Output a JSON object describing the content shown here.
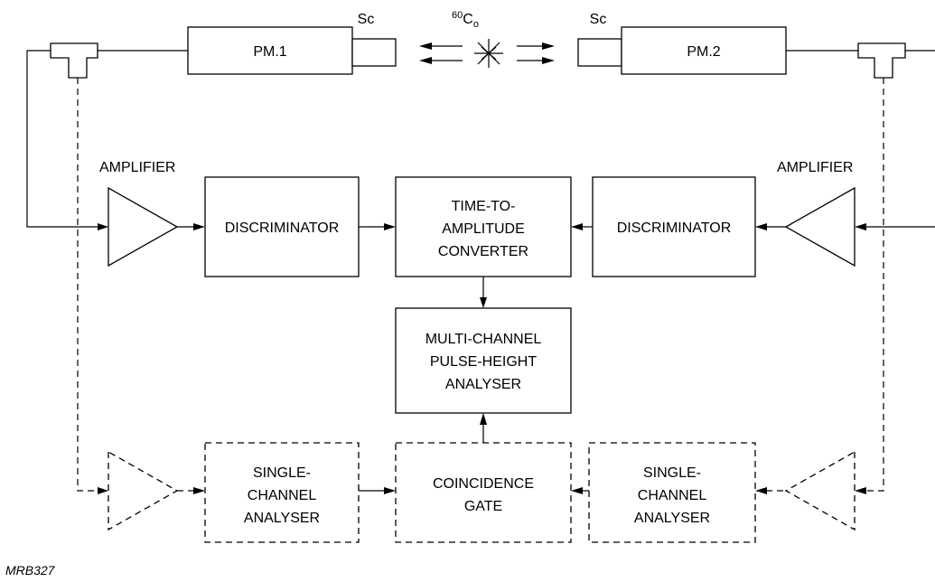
{
  "diagram": {
    "pm1": "PM.1",
    "pm2": "PM.2",
    "sc_left": "Sc",
    "sc_right": "Sc",
    "source_sup": "60",
    "source_main": "C",
    "source_sub": "o",
    "amplifier_left": "AMPLIFIER",
    "amplifier_right": "AMPLIFIER",
    "discriminator_left": "DISCRIMINATOR",
    "discriminator_right": "DISCRIMINATOR",
    "tac": [
      "TIME-TO-",
      "AMPLITUDE",
      "CONVERTER"
    ],
    "mca": [
      "MULTI-CHANNEL",
      "PULSE-HEIGHT",
      "ANALYSER"
    ],
    "sca_left": [
      "SINGLE-",
      "CHANNEL",
      "ANALYSER"
    ],
    "sca_right": [
      "SINGLE-",
      "CHANNEL",
      "ANALYSER"
    ],
    "coincidence": [
      "COINCIDENCE",
      "GATE"
    ],
    "reference": "MRB327"
  }
}
